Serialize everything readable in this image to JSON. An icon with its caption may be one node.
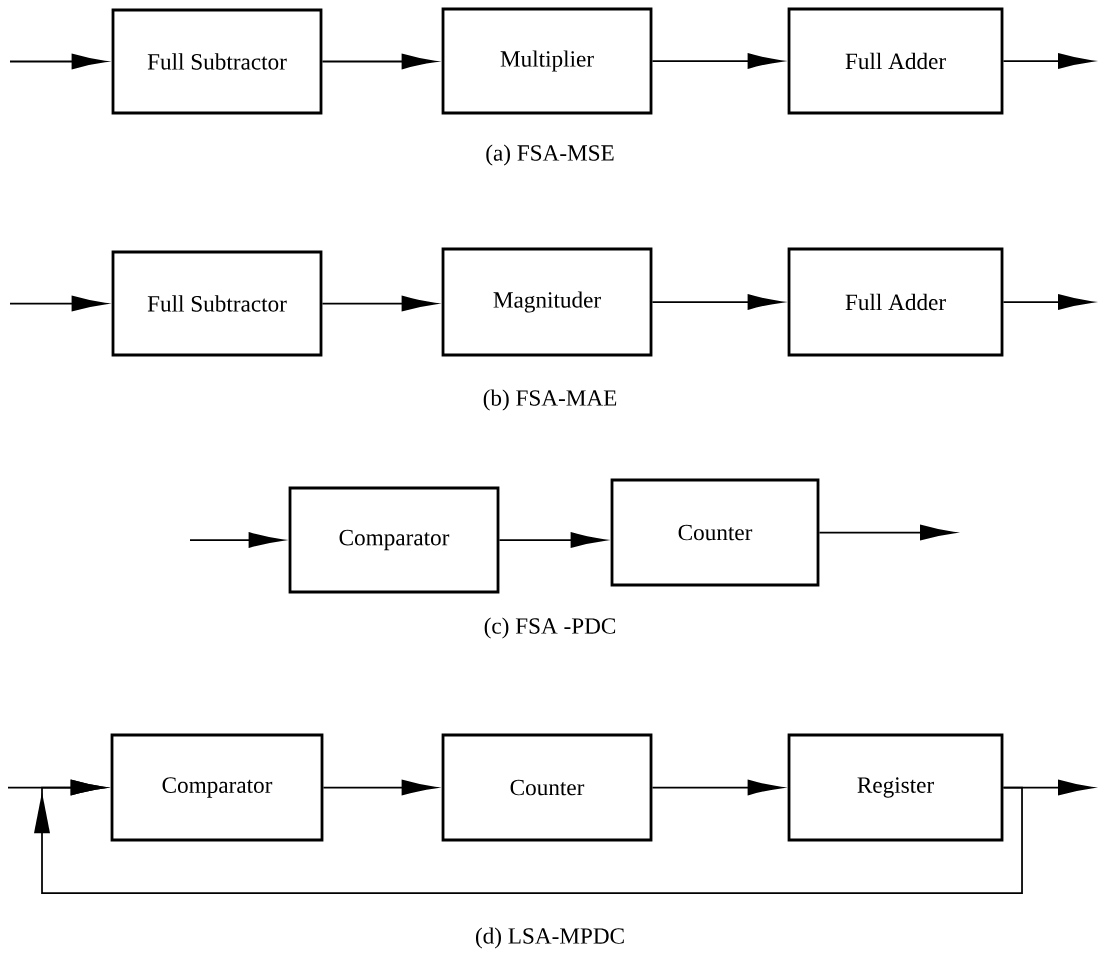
{
  "diagram": {
    "nodes": [
      {
        "text": [
          "Full Subtractor"
        ]
      },
      {
        "text": [
          "Multiplier"
        ]
      },
      {
        "text": [
          "Full Adder"
        ]
      },
      {
        "text": [
          "Full Subtractor"
        ]
      },
      {
        "text": [
          "Magnituder"
        ]
      },
      {
        "text": [
          "Full Adder"
        ]
      },
      {
        "text": [
          "Comparator"
        ]
      },
      {
        "text": [
          "Counter"
        ]
      },
      {
        "text": [
          "Comparator"
        ]
      },
      {
        "text": [
          "Counter"
        ]
      },
      {
        "text": [
          "Register"
        ]
      }
    ],
    "edges": [
      {
        "from": null,
        "to": 0,
        "arrow": "to"
      },
      {
        "from": 0,
        "to": 1,
        "arrow": "to"
      },
      {
        "from": 1,
        "to": 2,
        "arrow": "to"
      },
      {
        "from": 2,
        "to": null,
        "arrow": "to"
      },
      {
        "from": null,
        "to": 3,
        "arrow": "to"
      },
      {
        "from": 3,
        "to": 4,
        "arrow": "to"
      },
      {
        "from": 4,
        "to": 5,
        "arrow": "to"
      },
      {
        "from": 5,
        "to": null,
        "arrow": "to"
      },
      {
        "from": null,
        "to": 6,
        "arrow": "to"
      },
      {
        "from": 6,
        "to": 7,
        "arrow": "to"
      },
      {
        "from": 7,
        "to": null,
        "arrow": "to"
      },
      {
        "from": null,
        "to": 8,
        "arrow": "to"
      },
      {
        "from": 8,
        "to": 9,
        "arrow": "to"
      },
      {
        "from": 9,
        "to": 10,
        "arrow": "to"
      },
      {
        "from": 10,
        "to": null,
        "arrow": "to"
      },
      {
        "from": 10,
        "to": 8,
        "arrow": "to"
      }
    ],
    "labels": [
      "(a) FSA-MSE",
      "(b) FSA-MAE",
      "(c) FSA -PDC",
      "(d) LSA-MPDC"
    ]
  }
}
